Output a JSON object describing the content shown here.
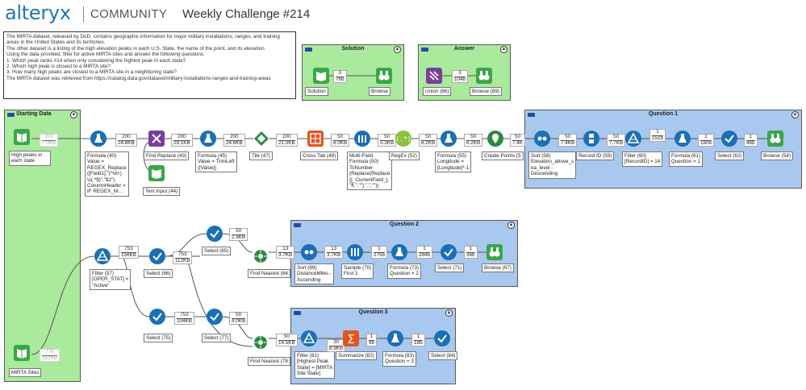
{
  "header": {
    "logo": "alteryx",
    "community": "COMMUNITY",
    "title": "Weekly Challenge #214"
  },
  "description": [
    "The MIRTA dataset, released by DoD, contains geographic information for major military installations, ranges, and training areas in the United States and its territories.",
    "The other dataset is a listing of the high elevation peaks in each U.S. State, the name of the point, and its elevation.",
    "",
    "Using the data provided, filter for active MIRTA sites and answer the following questions.",
    "",
    "1. Which peak ranks #14 when only considering the highest peak in each state?",
    "2. Which high peak is closest to a MIRTA site?",
    "3. How many high peaks are closest to a MIRTA site in a neighboring state?",
    "",
    "The MIRTA dataset was retrieved from https://catalog.data.gov/dataset/military-installations-ranges-and-training-areas"
  ],
  "containers": {
    "solution": "Solution",
    "answer": "Answer",
    "starting": "Starting Data",
    "q1": "Question 1",
    "q2": "Question 2",
    "q3": "Question 3"
  },
  "tools": {
    "high_peaks": "High peaks in each state",
    "mirta": "MIRTA Sites",
    "solution": "Solution",
    "browse_s": "Browse",
    "union": "Union (86)",
    "browse89": "Browse (89)",
    "f40": "Formula (40)\nValue =\nREGEX_Replace\n([Field1],\"(^\\d+)\n\\s(.*$)\",\"$2\")\nColumnHeader =\nIF REGEX_M...",
    "fr43": "Find Replace (43)",
    "ti44": "Text Input (44)",
    "f45": "Formula (45)\nValue = TrimLeft\n([Value])",
    "tile47": "Tile (47)",
    "ct48": "Cross Tab (48)",
    "mf50": "Multi-Field\nFormula (50)\nToNumber\n(Replace(Replace\n([_CurrentField_],\n\"ft.\",\"\"),\",\",\"\"))",
    "rx52": "RegEx (52)",
    "f55": "Formula (55)\nLongitude =\n[Longitude]*-1",
    "cp": "Create Points (5",
    "s58": "Sort (58)\nElevation_above_s\nea_level -\nDescending",
    "rid59": "Record ID (59)",
    "fl60": "Filter (60)\n[RecordID] = 14",
    "f61": "Formula (61)\nQuestion = 1",
    "sel62": "Select (62)",
    "b54": "Browse (54)",
    "fl57": "Filter (57)\n[OPER_STAT] =\n\"Active\"",
    "sel66": "Select (66)",
    "sel65": "Select (65)",
    "fn64": "Find Nearest (64",
    "s69": "Sort (69)\nDistanceMiles -\nAscending",
    "sm70": "Sample (70)\nFirst 1",
    "f73": "Formula (73)\nQuestion = 2",
    "sel71": "Select (71)",
    "b67": "Browse (67)",
    "sel75": "Select (75)",
    "sel77": "Select (77)",
    "fn78": "Find Nearest (78",
    "fl81": "Filter (81)\n[Highest Peak\nState] = [MIRTA\nSite State]",
    "sum82": "Summarize (82)",
    "f83": "Formula (83)\nQuestion = 3",
    "sel84": "Select (84)"
  },
  "counts": {
    "c1": [
      "200",
      "7.0KB"
    ],
    "c2": [
      "200",
      "24.8KB"
    ],
    "c3": [
      "200",
      "29.1KB"
    ],
    "c4": [
      "200",
      "24.6KB"
    ],
    "c5": [
      "200",
      "21.0KB"
    ],
    "c6": [
      "50",
      "6.0KB"
    ],
    "c7": [
      "50",
      "5.3KB"
    ],
    "c8": [
      "50",
      "6.2KB"
    ],
    "c9": [
      "50",
      "6.2KB"
    ],
    "c10": [
      "50",
      "7.4K"
    ],
    "c11": [
      "50",
      "7.4KB"
    ],
    "c12": [
      "50",
      "7.7KB"
    ],
    "c13": [
      "1",
      "151b"
    ],
    "c14": [
      "1",
      "160b"
    ],
    "c15": [
      "1",
      "46b"
    ],
    "cs": [
      "3",
      "76b"
    ],
    "ca": [
      "3",
      "104b"
    ],
    "m1": [
      "776",
      "161KB"
    ],
    "m2": [
      "753",
      "156KB"
    ],
    "m3": [
      "753",
      "112KB"
    ],
    "m4": [
      "50",
      "2.9KB"
    ],
    "m5": [
      "13",
      "3.7KB"
    ],
    "m6": [
      "13",
      "3.7KB"
    ],
    "m7": [
      "1",
      "275b"
    ],
    "m8": [
      "1",
      "284b"
    ],
    "m9": [
      "1",
      "36b"
    ],
    "n1": [
      "753",
      "104KB"
    ],
    "n2": [
      "50",
      "4.0KB"
    ],
    "n3": [
      "50",
      "14.5KB"
    ],
    "n4": [
      "30",
      "8.9KB"
    ],
    "n5": [
      "1",
      "9b"
    ],
    "n6": [
      "1",
      "18b"
    ]
  }
}
